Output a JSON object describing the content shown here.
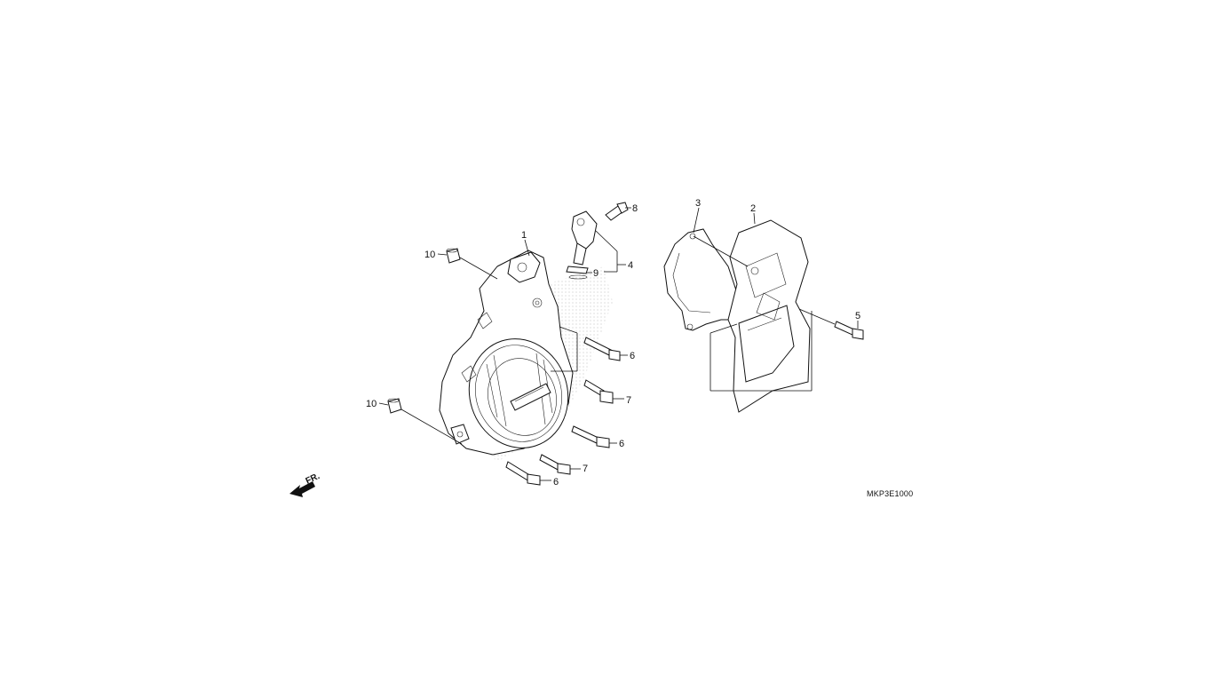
{
  "diagram": {
    "code": "MKP3E1000",
    "direction_label": "FR.",
    "callouts": [
      {
        "id": "c1",
        "text": "1"
      },
      {
        "id": "c2",
        "text": "2"
      },
      {
        "id": "c3",
        "text": "3"
      },
      {
        "id": "c4",
        "text": "4"
      },
      {
        "id": "c5",
        "text": "5"
      },
      {
        "id": "c6a",
        "text": "6"
      },
      {
        "id": "c6b",
        "text": "6"
      },
      {
        "id": "c6c",
        "text": "6"
      },
      {
        "id": "c7a",
        "text": "7"
      },
      {
        "id": "c7b",
        "text": "7"
      },
      {
        "id": "c8",
        "text": "8"
      },
      {
        "id": "c9",
        "text": "9"
      },
      {
        "id": "c10a",
        "text": "10"
      },
      {
        "id": "c10b",
        "text": "10"
      }
    ]
  }
}
